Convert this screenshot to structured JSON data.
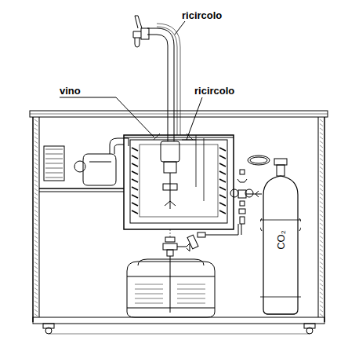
{
  "diagram": {
    "nodes": [
      {
        "text": [
          "CO₂"
        ]
      }
    ],
    "labels": [
      "ricircolo",
      "vino",
      "ricircolo"
    ]
  }
}
